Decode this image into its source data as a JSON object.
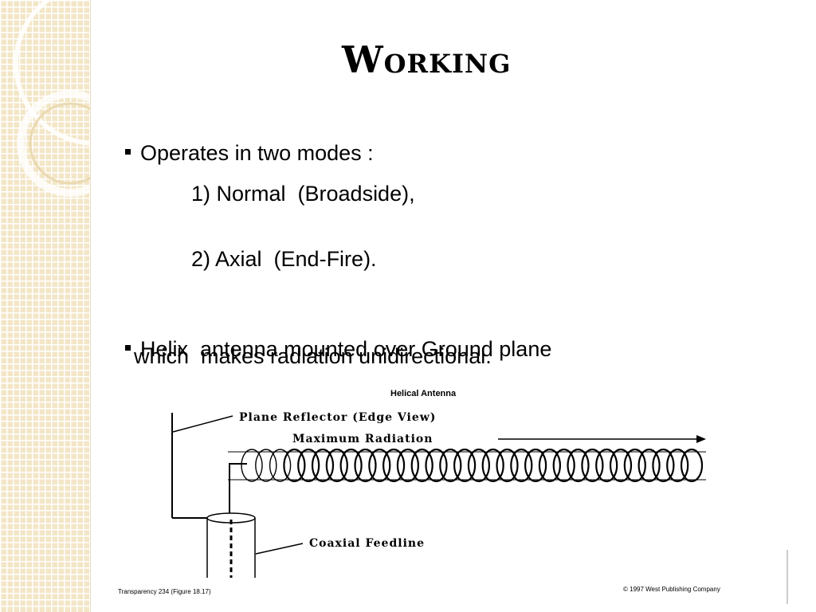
{
  "slide": {
    "title": "Working",
    "bullet1": "Operates in two modes :",
    "mode1": "1) Normal  (Broadside),",
    "mode2": "2) Axial  (End-Fire).",
    "bullet2_line1": "Helix  antenna mounted over Ground plane",
    "bullet2_line2": "which  makes radiation unidirectional."
  },
  "diagram": {
    "heading": "Helical Antenna",
    "reflector_label": "Plane Reflector (Edge View)",
    "radiation_label": "Maximum Radiation",
    "feedline_label": "Coaxial Feedline",
    "caption_left": "Transparency 234 (Figure 18.17)",
    "caption_right": "© 1997 West Publishing Company",
    "helix_turns": 32
  },
  "colors": {
    "panel_bg": "#f3e6c6",
    "panel_circle": "#ffffff",
    "text": "#000000"
  }
}
